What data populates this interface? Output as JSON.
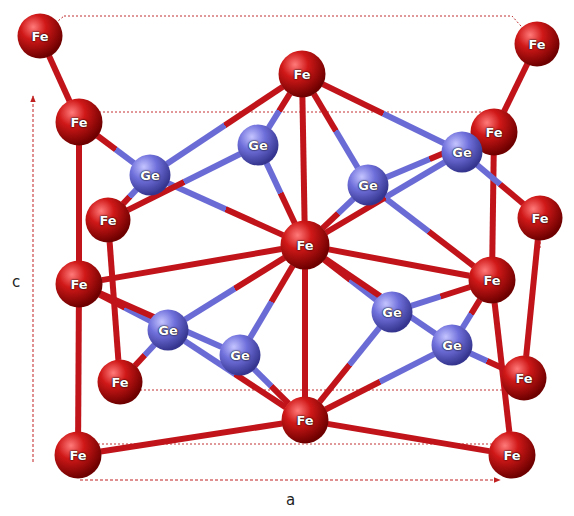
{
  "diagram": {
    "nodes": [
      {
        "text": [
          "Fe"
        ]
      },
      {
        "text": [
          "Fe"
        ]
      },
      {
        "text": [
          "Fe"
        ]
      },
      {
        "text": [
          "Fe"
        ]
      },
      {
        "text": [
          "Fe"
        ]
      },
      {
        "text": [
          "Fe"
        ]
      },
      {
        "text": [
          "Fe"
        ]
      },
      {
        "text": [
          "Fe"
        ]
      },
      {
        "text": [
          "Fe"
        ]
      },
      {
        "text": [
          "Fe"
        ]
      },
      {
        "text": [
          "Fe"
        ]
      },
      {
        "text": [
          "Fe"
        ]
      },
      {
        "text": [
          "Fe"
        ]
      },
      {
        "text": [
          "Fe"
        ]
      },
      {
        "text": [
          "Fe"
        ]
      },
      {
        "text": [
          "Ge"
        ]
      },
      {
        "text": [
          "Ge"
        ]
      },
      {
        "text": [
          "Ge"
        ]
      },
      {
        "text": [
          "Ge"
        ]
      },
      {
        "text": [
          "Ge"
        ]
      },
      {
        "text": [
          "Ge"
        ]
      },
      {
        "text": [
          "Ge"
        ]
      },
      {
        "text": [
          "Ge"
        ]
      }
    ],
    "edges": [
      {
        "from": 3,
        "to": 8,
        "arrow": "none"
      },
      {
        "from": 8,
        "to": 13,
        "arrow": "none"
      },
      {
        "from": 6,
        "to": 10,
        "arrow": "none"
      },
      {
        "from": 2,
        "to": 4,
        "arrow": "none"
      },
      {
        "from": 4,
        "to": 9,
        "arrow": "none"
      },
      {
        "from": 9,
        "to": 14,
        "arrow": "none"
      },
      {
        "from": 5,
        "to": 11,
        "arrow": "none"
      },
      {
        "from": 1,
        "to": 7,
        "arrow": "none"
      },
      {
        "from": 7,
        "to": 12,
        "arrow": "none"
      },
      {
        "from": 0,
        "to": 3,
        "arrow": "none"
      },
      {
        "from": 7,
        "to": 8,
        "arrow": "none"
      },
      {
        "from": 7,
        "to": 9,
        "arrow": "none"
      },
      {
        "from": 12,
        "to": 13,
        "arrow": "none"
      },
      {
        "from": 12,
        "to": 14,
        "arrow": "none"
      },
      {
        "from": 15,
        "to": 3,
        "arrow": "none"
      },
      {
        "from": 15,
        "to": 1,
        "arrow": "none"
      },
      {
        "from": 15,
        "to": 7,
        "arrow": "none"
      },
      {
        "from": 15,
        "to": 6,
        "arrow": "none"
      },
      {
        "from": 16,
        "to": 1,
        "arrow": "none"
      },
      {
        "from": 16,
        "to": 7,
        "arrow": "none"
      },
      {
        "from": 16,
        "to": 6,
        "arrow": "none"
      },
      {
        "from": 17,
        "to": 1,
        "arrow": "none"
      },
      {
        "from": 17,
        "to": 7,
        "arrow": "none"
      },
      {
        "from": 17,
        "to": 4,
        "arrow": "none"
      },
      {
        "from": 17,
        "to": 9,
        "arrow": "none"
      },
      {
        "from": 18,
        "to": 1,
        "arrow": "none"
      },
      {
        "from": 18,
        "to": 4,
        "arrow": "none"
      },
      {
        "from": 18,
        "to": 5,
        "arrow": "none"
      },
      {
        "from": 18,
        "to": 7,
        "arrow": "none"
      },
      {
        "from": 19,
        "to": 8,
        "arrow": "none"
      },
      {
        "from": 19,
        "to": 7,
        "arrow": "none"
      },
      {
        "from": 19,
        "to": 10,
        "arrow": "none"
      },
      {
        "from": 19,
        "to": 12,
        "arrow": "none"
      },
      {
        "from": 20,
        "to": 7,
        "arrow": "none"
      },
      {
        "from": 20,
        "to": 12,
        "arrow": "none"
      },
      {
        "from": 20,
        "to": 8,
        "arrow": "none"
      },
      {
        "from": 21,
        "to": 7,
        "arrow": "none"
      },
      {
        "from": 21,
        "to": 12,
        "arrow": "none"
      },
      {
        "from": 21,
        "to": 9,
        "arrow": "none"
      },
      {
        "from": 22,
        "to": 7,
        "arrow": "none"
      },
      {
        "from": 22,
        "to": 12,
        "arrow": "none"
      },
      {
        "from": 22,
        "to": 9,
        "arrow": "none"
      },
      {
        "from": 22,
        "to": 11,
        "arrow": "none"
      }
    ],
    "labels": [
      "c",
      "a"
    ]
  }
}
